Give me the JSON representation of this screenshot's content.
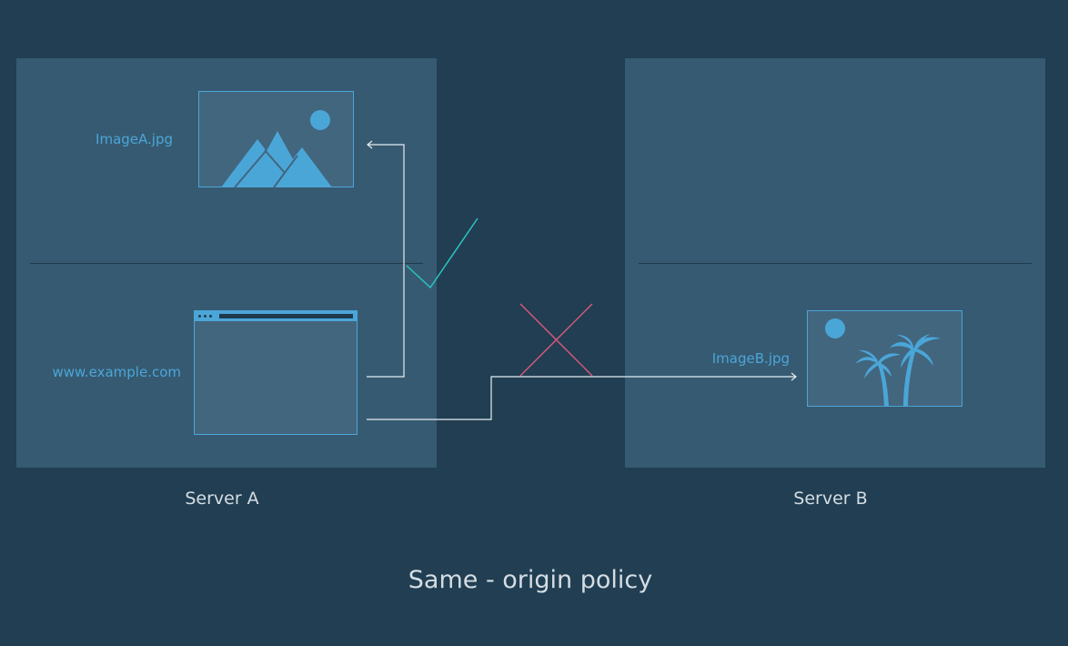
{
  "title": "Same - origin policy",
  "server_a": {
    "caption": "Server A",
    "image_label": "ImageA.jpg",
    "browser_label": "www.example.com"
  },
  "server_b": {
    "caption": "Server B",
    "image_label": "ImageB.jpg"
  },
  "icons": {
    "image_a": "mountain-sun-icon",
    "image_b": "palm-trees-sun-icon",
    "browser": "browser-window-icon",
    "allowed": "checkmark-icon",
    "blocked": "cross-icon"
  },
  "colors": {
    "background": "#213e52",
    "server_panel": "#365a71",
    "accent_blue": "#4ba6d8",
    "allowed_teal": "#2bc3c0",
    "blocked_pink": "#d2587a",
    "arrow_white": "#e6edf1",
    "caption_text": "#d4dde3"
  }
}
